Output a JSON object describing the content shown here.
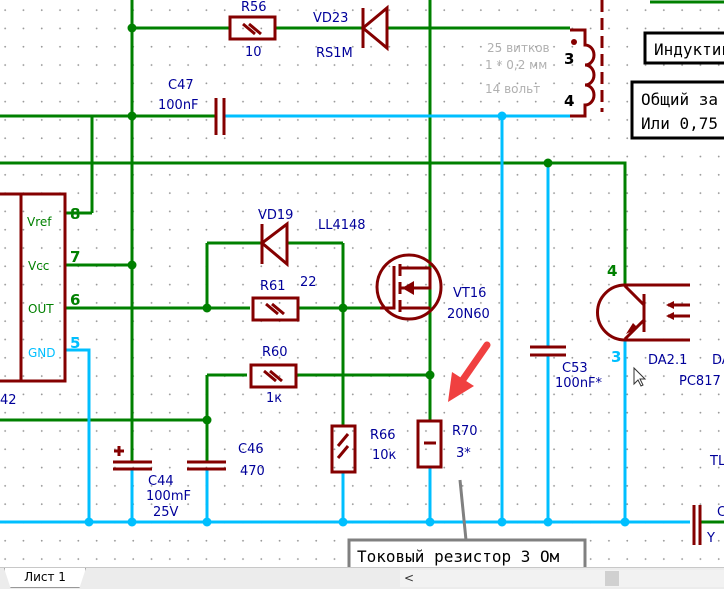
{
  "colors": {
    "wire_green": "#008000",
    "wire_blue": "#00bfff",
    "component": "#840000",
    "label": "#00009a",
    "arrow": "#f04040"
  },
  "chip": {
    "ref_partial": "42",
    "pins": [
      {
        "name": "Vref",
        "num": "8"
      },
      {
        "name": "Vcc",
        "num": "7"
      },
      {
        "name": "OUT",
        "num": "6"
      },
      {
        "name": "GND",
        "num": "5"
      }
    ]
  },
  "components": {
    "r56": {
      "ref": "R56",
      "value": "10"
    },
    "vd23": {
      "ref": "VD23",
      "value": "RS1M"
    },
    "c47": {
      "ref": "C47",
      "value": "100nF"
    },
    "vd19": {
      "ref": "VD19",
      "value": "LL4148"
    },
    "r61": {
      "ref": "R61",
      "value": "22"
    },
    "r60": {
      "ref": "R60",
      "value": "1к"
    },
    "vt16": {
      "ref": "VT16",
      "value": "20N60"
    },
    "r66": {
      "ref": "R66",
      "value": "10к"
    },
    "r70": {
      "ref": "R70",
      "value": "3*"
    },
    "c46": {
      "ref": "C46",
      "value": "470"
    },
    "c44": {
      "ref": "C44",
      "value": "100mF",
      "voltage": "25V"
    },
    "c53": {
      "ref": "C53",
      "value": "100nF*"
    },
    "da2": {
      "ref": "DA2.1",
      "value": "PC817",
      "pin_c": "4",
      "pin_e": "3"
    },
    "transformer": {
      "pin_a": "3",
      "pin_b": "4",
      "note1": "25 витков",
      "note2": "1 * 0,2 мм",
      "note3": "14 вольт"
    }
  },
  "clipped": {
    "da": "DA",
    "tl": "TL",
    "c": "C",
    "y": "Y"
  },
  "notes": {
    "inductance": "Индуктивн",
    "total1": "Общий за",
    "total2": "Или 0,75",
    "current_resistor": "Токовый резистор 3 Ом"
  },
  "tabs": {
    "sheet1": "Лист 1"
  },
  "scroll": {
    "left_arrow": "<"
  }
}
